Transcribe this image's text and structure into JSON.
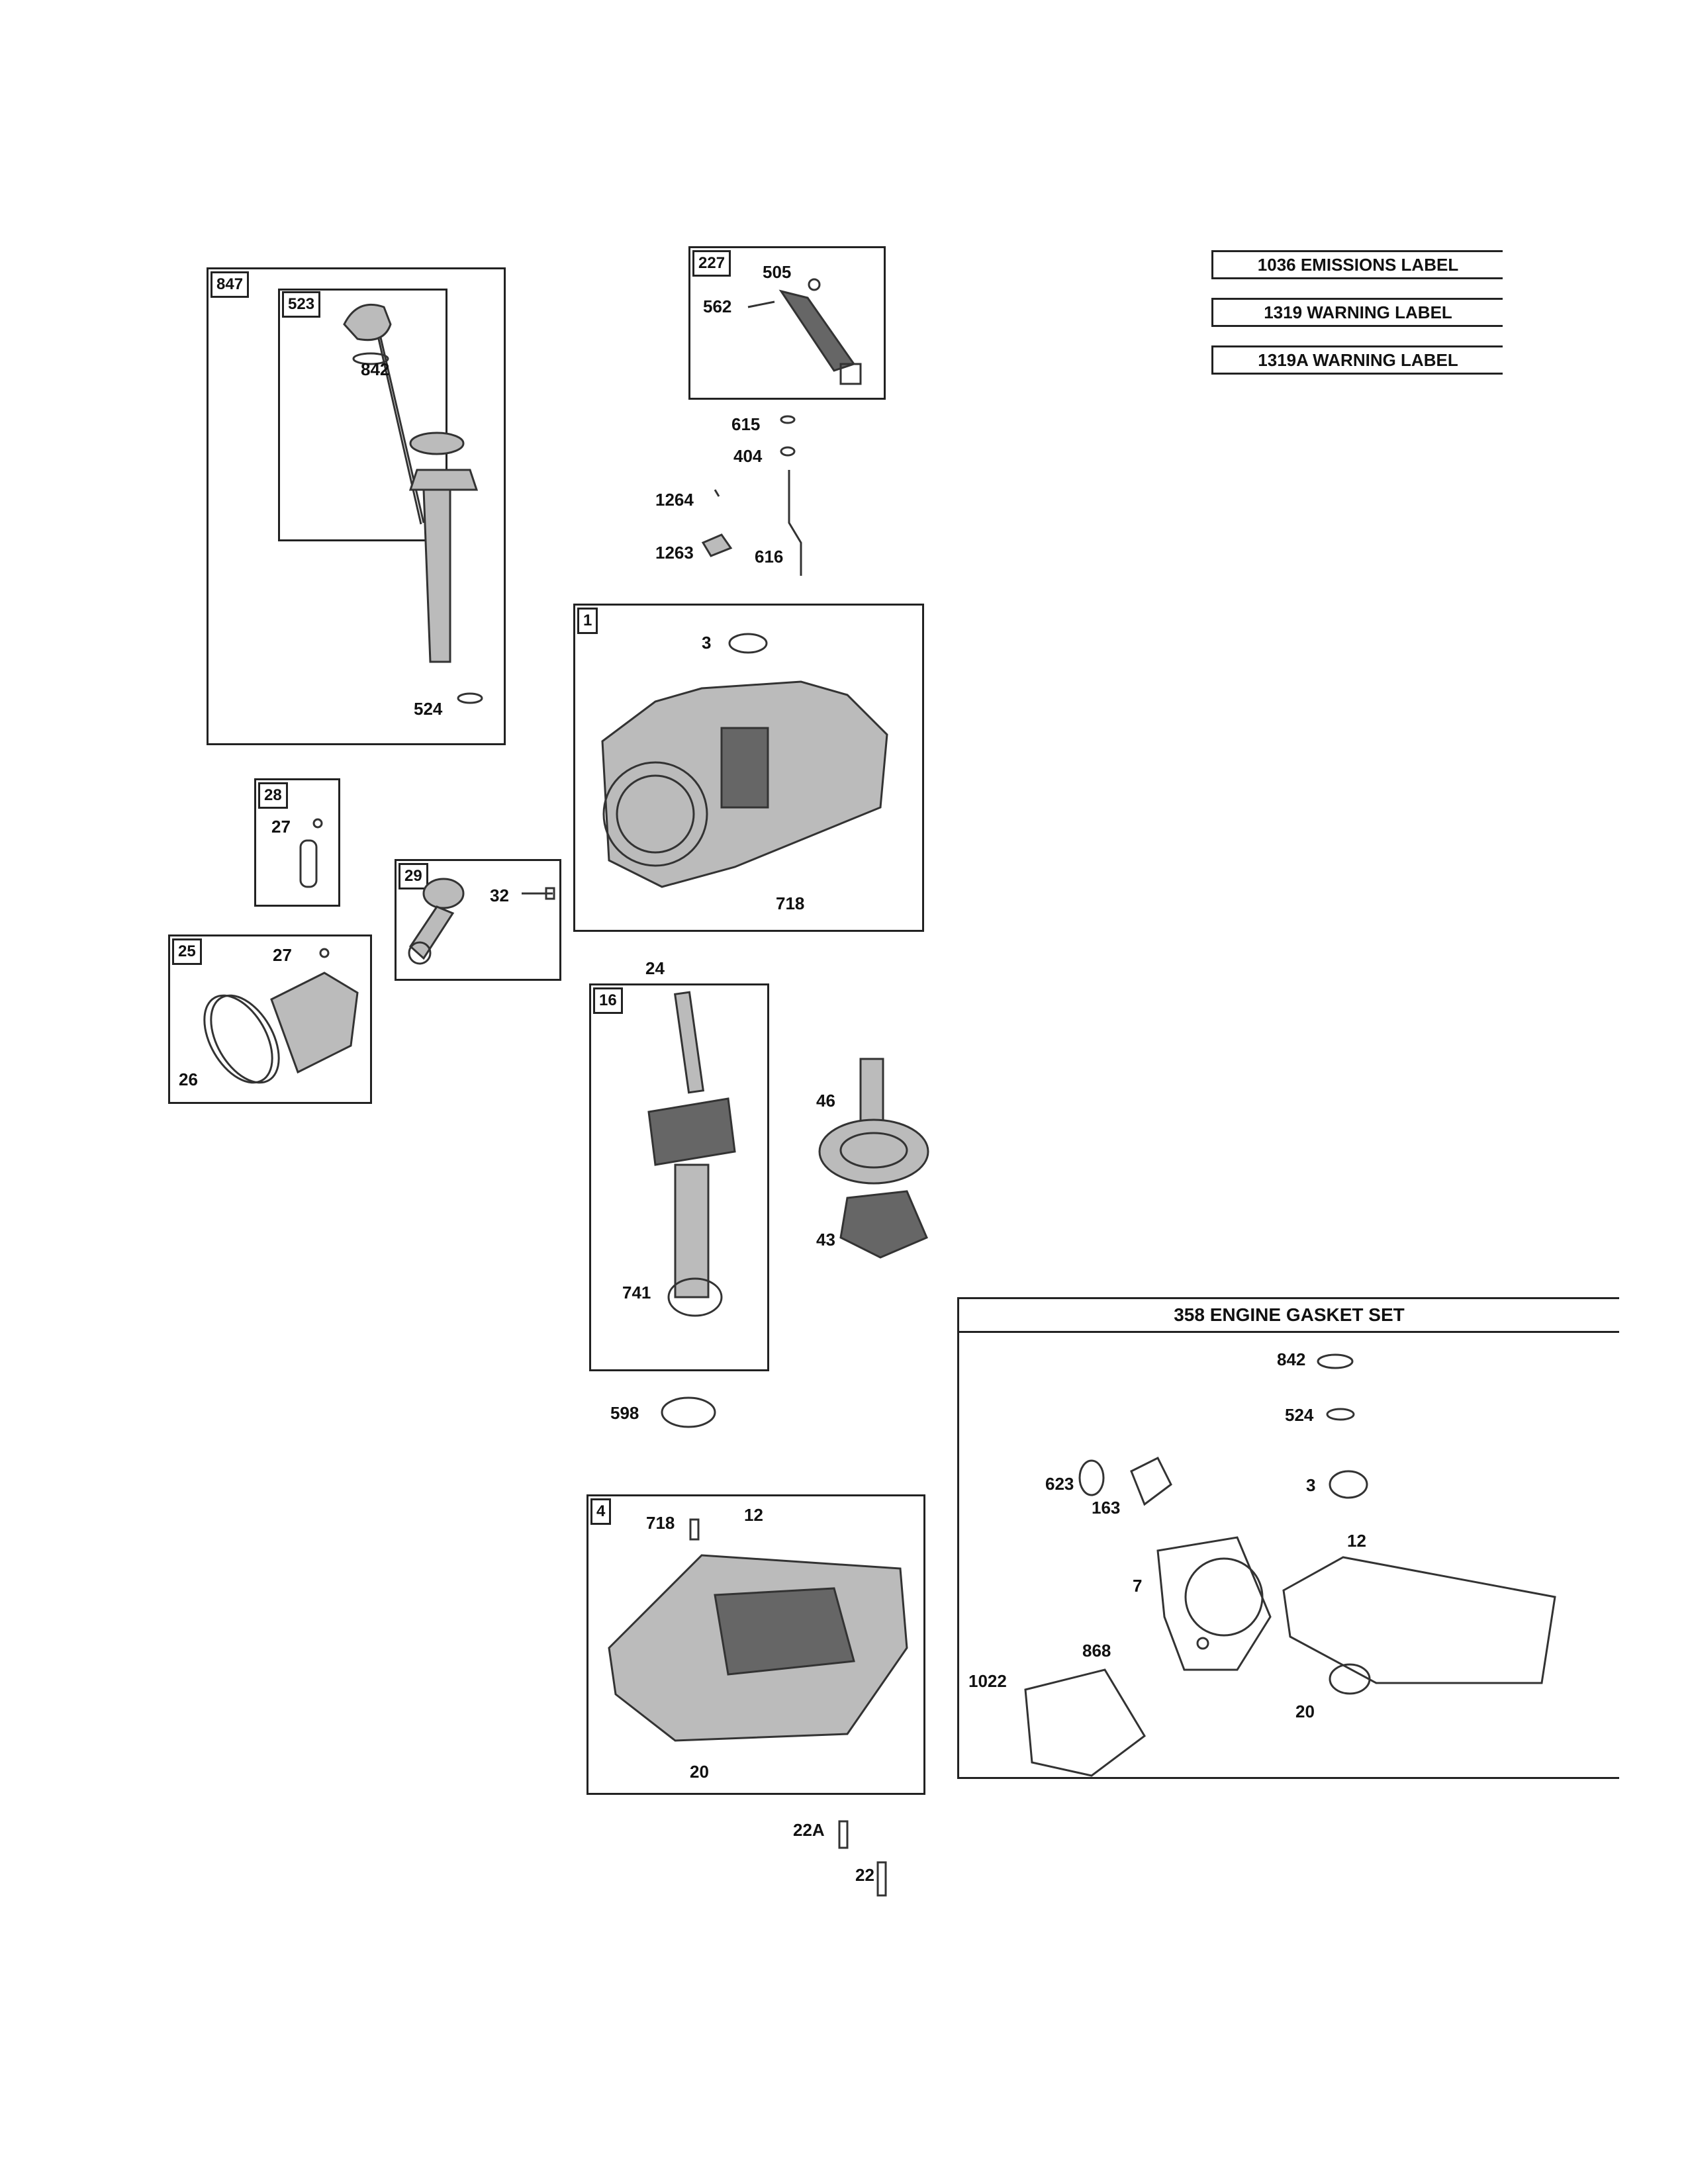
{
  "labels_panel": {
    "emissions": "1036 EMISSIONS LABEL",
    "warning": "1319 WARNING LABEL",
    "warning_a": "1319A WARNING LABEL"
  },
  "groups": {
    "g847": "847",
    "g523": "523",
    "g227": "227",
    "g1": "1",
    "g28": "28",
    "g29": "29",
    "g25": "25",
    "g16": "16",
    "g4": "4"
  },
  "gasket_set": {
    "title": "358 ENGINE GASKET SET"
  },
  "callouts": {
    "c842a": "842",
    "c524a": "524",
    "c505": "505",
    "c562": "562",
    "c615": "615",
    "c404": "404",
    "c1264": "1264",
    "c1263": "1263",
    "c616": "616",
    "c3a": "3",
    "c718a": "718",
    "c27a": "27",
    "c32": "32",
    "c27b": "27",
    "c26": "26",
    "c24": "24",
    "c46": "46",
    "c43": "43",
    "c741": "741",
    "c598": "598",
    "c718b": "718",
    "c12a": "12",
    "c20a": "20",
    "c22A": "22A",
    "c22": "22",
    "c842b": "842",
    "c524b": "524",
    "c623": "623",
    "c163": "163",
    "c3b": "3",
    "c12b": "12",
    "c7": "7",
    "c868": "868",
    "c1022": "1022",
    "c20b": "20"
  }
}
